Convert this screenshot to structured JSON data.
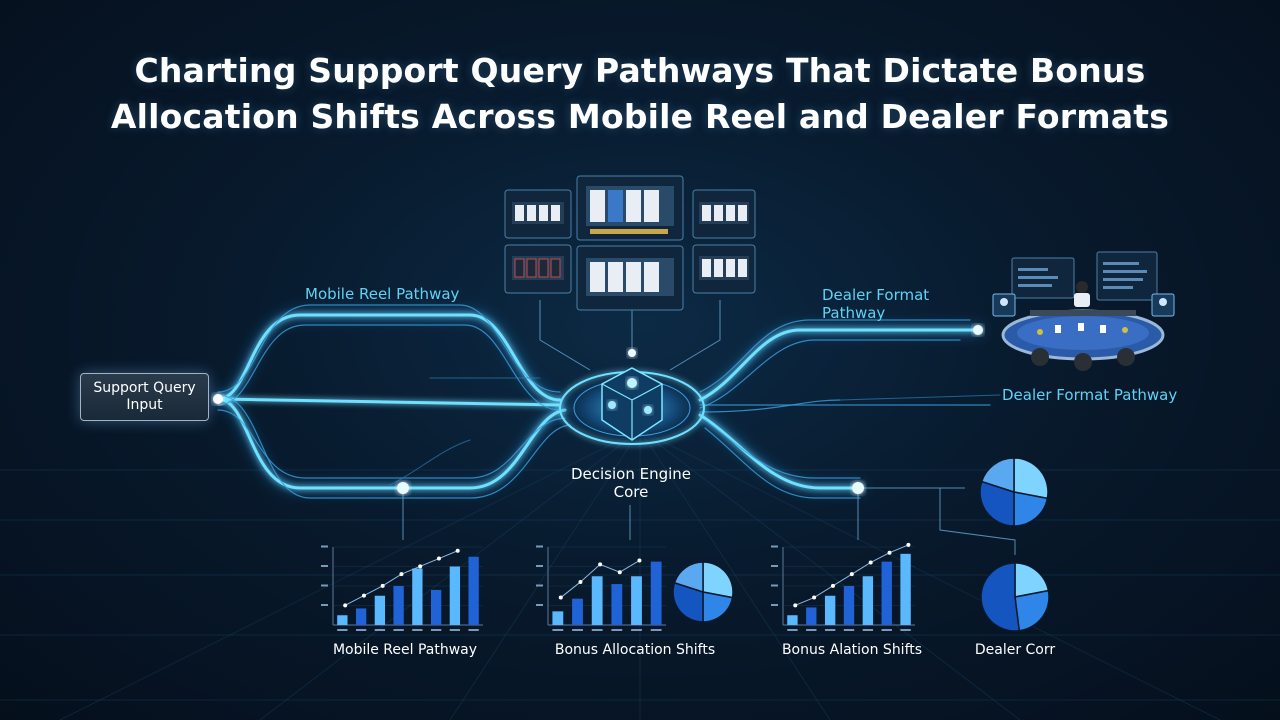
{
  "title": {
    "line1": "Charting Support Query Pathways That Dictate Bonus",
    "line2": "Allocation Shifts Across Mobile Reel and Dealer Formats"
  },
  "nodes": {
    "input": "Support Query Input",
    "core_line1": "Decision Engine",
    "core_line2": "Core"
  },
  "labels": {
    "mobile_reel_pathway": "Mobile Reel Pathway",
    "dealer_format_pathway_top_line1": "Dealer Format",
    "dealer_format_pathway_top_line2": "Pathway",
    "dealer_format_pathway_right": "Dealer Format Pathway"
  },
  "captions": {
    "chart1": "Mobile Reel Pathway",
    "chart2": "Bonus Allocation Shifts",
    "chart3": "Bonus Alation Shifts",
    "chart4": "Dealer Corr"
  },
  "colors": {
    "glow": "#4fd0ff",
    "bar_light": "#5ab8ff",
    "bar_dark": "#1f63d6",
    "pie_light": "#7fd4ff",
    "pie_mid": "#2f86e8",
    "pie_dark": "#1555c0"
  },
  "chart_data": [
    {
      "type": "bar",
      "values": [
        10,
        17,
        30,
        40,
        58,
        36,
        60,
        70
      ],
      "trend": [
        14,
        24,
        34,
        46,
        54,
        62,
        70
      ]
    },
    {
      "type": "bar",
      "values": [
        14,
        27,
        50,
        42,
        50,
        65
      ],
      "trend": [
        22,
        38,
        56,
        48,
        60
      ]
    },
    {
      "type": "bar",
      "values": [
        10,
        18,
        30,
        40,
        50,
        65,
        73
      ],
      "trend": [
        14,
        22,
        34,
        46,
        58,
        68,
        76
      ]
    },
    {
      "type": "pie",
      "values": [
        28,
        22,
        30,
        20
      ]
    },
    {
      "type": "pie",
      "values": [
        22,
        26,
        52
      ]
    }
  ]
}
